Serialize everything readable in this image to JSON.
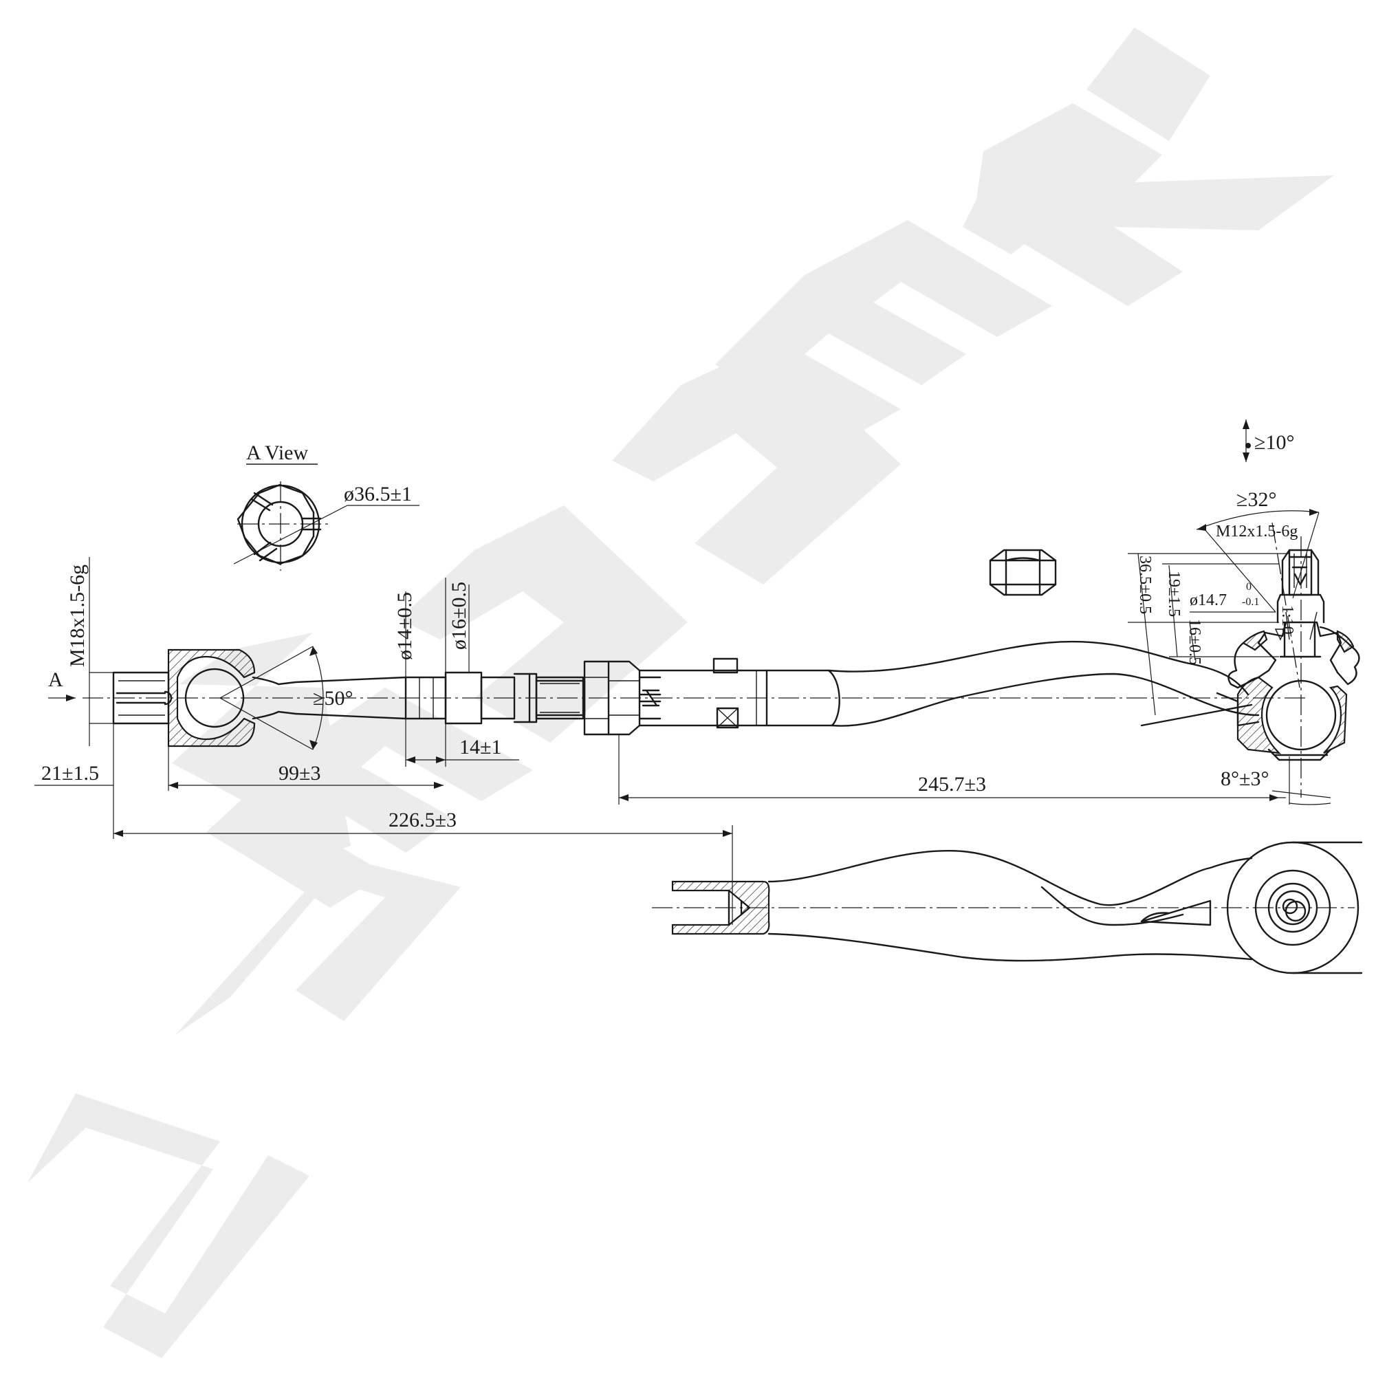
{
  "view_title": "A View",
  "view_marker": "A",
  "dimensions": {
    "thread_inner": "M18x1.5-6g",
    "hex_diameter": "ø36.5±1",
    "shaft_d14": "ø14±0.5",
    "shaft_d16": "ø16±0.5",
    "angle_50": "≥50°",
    "len_14": "14±1",
    "len_21": "21±1.5",
    "len_99": "99±3",
    "len_226": "226.5±3",
    "len_245": "245.7±3",
    "angle_8": "8°±3°",
    "angle_10": "≥10°",
    "angle_32": "≥32°",
    "thread_outer": "M12x1.5-6g",
    "stud_dia_main": "ø14.7",
    "stud_tol_upper": "0",
    "stud_tol_lower": "-0.1",
    "taper": "1:10",
    "len_36_5": "36.5±0.5",
    "len_19": "19±1.5",
    "len_16": "16±0.5"
  },
  "watermark_text": "ZENNEK"
}
